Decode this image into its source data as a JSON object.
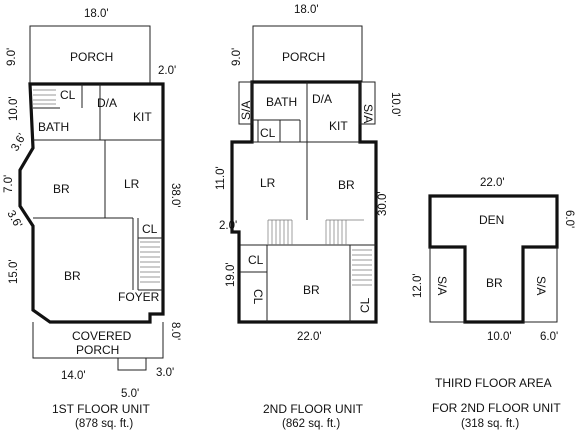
{
  "units": {
    "first": {
      "title": "1ST FLOOR UNIT",
      "area": "(878 sq. ft.)",
      "rooms": {
        "porch": "PORCH",
        "cl": "CL",
        "da": "D/A",
        "kit": "KIT",
        "bath": "BATH",
        "br1": "BR",
        "lr": "LR",
        "cl2": "CL",
        "br2": "BR",
        "foyer": "FOYER",
        "covered1": "COVERED",
        "covered2": "PORCH"
      },
      "dims": {
        "width_top": "18.0'",
        "porch_depth": "9.0'",
        "porch_step": "2.0'",
        "bath_h": "10.0'",
        "bay_a": "3.6'",
        "bay_b": "7.0'",
        "bay_c": "3.6'",
        "br2_h": "15.0'",
        "length": "38.0'",
        "back_depth": "8.0'",
        "back_width": "14.0'",
        "step_w": "5.0'",
        "step_d": "3.0'"
      }
    },
    "second": {
      "title": "2ND FLOOR UNIT",
      "area": "(862 sq. ft.)",
      "rooms": {
        "porch": "PORCH",
        "sa1": "S/A",
        "bath": "BATH",
        "da": "D/A",
        "sa2": "S/A",
        "cl": "CL",
        "kit": "KIT",
        "lr": "LR",
        "br1": "BR",
        "cl2": "CL",
        "br2": "BR",
        "cl3": "CL",
        "cl4": "CL"
      },
      "dims": {
        "width_top": "18.0'",
        "porch_depth": "9.0'",
        "sa_h": "10.0'",
        "lr_h": "11.0'",
        "offset": "2.0'",
        "length": "30.0'",
        "br_h": "19.0'",
        "width_bottom": "22.0'"
      }
    },
    "third": {
      "title1": "THIRD FLOOR AREA",
      "title2": "FOR 2ND FLOOR UNIT",
      "area": "(318 sq. ft.)",
      "rooms": {
        "den": "DEN",
        "sa1": "S/A",
        "br": "BR",
        "sa2": "S/A"
      },
      "dims": {
        "width": "22.0'",
        "den_h": "6.0'",
        "sa_h": "12.0'",
        "br_w": "10.0'",
        "sa_w": "6.0'"
      }
    }
  }
}
